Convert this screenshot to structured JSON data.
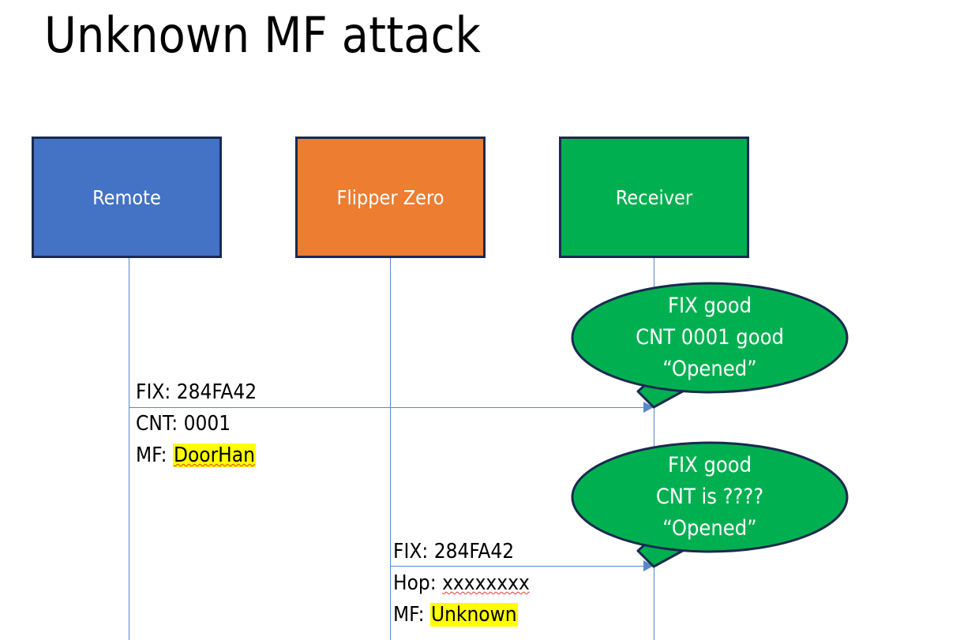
{
  "slide": {
    "title": "Unknown MF attack",
    "background": "#FFFFFF"
  },
  "colors": {
    "remote_fill": "#4472C4",
    "flipper_fill": "#ED7D31",
    "receiver_fill": "#00B050",
    "box_border": "#1A2A4F",
    "lifeline": "#5B87C8",
    "bubble_fill": "#00B050",
    "bubble_border": "#1A2A4F",
    "highlight": "#FFFF00",
    "text_dark": "#000000",
    "text_light": "#FFFFFF",
    "spellcheck_underline": "#E53935"
  },
  "actors": [
    {
      "id": "remote",
      "label": "Remote"
    },
    {
      "id": "flipper",
      "label": "Flipper Zero"
    },
    {
      "id": "receiver",
      "label": "Receiver"
    }
  ],
  "messages": [
    {
      "id": "msg-1",
      "from": "remote",
      "to": "receiver",
      "lines": [
        {
          "label": "FIX: ",
          "value": "284FA42",
          "highlight": false,
          "spellcheck": false
        },
        {
          "label": "CNT: ",
          "value": "0001",
          "highlight": false,
          "spellcheck": false
        },
        {
          "label": "MF: ",
          "value": "DoorHan",
          "highlight": true,
          "spellcheck": true
        }
      ]
    },
    {
      "id": "msg-2",
      "from": "flipper",
      "to": "receiver",
      "lines": [
        {
          "label": "FIX: ",
          "value": "284FA42",
          "highlight": false,
          "spellcheck": false
        },
        {
          "label": "Hop: ",
          "value": "xxxxxxxx",
          "highlight": false,
          "spellcheck": true
        },
        {
          "label": "MF: ",
          "value": "Unknown",
          "highlight": true,
          "spellcheck": false
        }
      ]
    }
  ],
  "bubbles": [
    {
      "id": "bubble-1",
      "owner": "receiver",
      "lines": [
        "FIX good",
        "CNT 0001 good",
        "“Opened”"
      ]
    },
    {
      "id": "bubble-2",
      "owner": "receiver",
      "lines": [
        "FIX good",
        "CNT is ????",
        "“Opened”"
      ]
    }
  ]
}
